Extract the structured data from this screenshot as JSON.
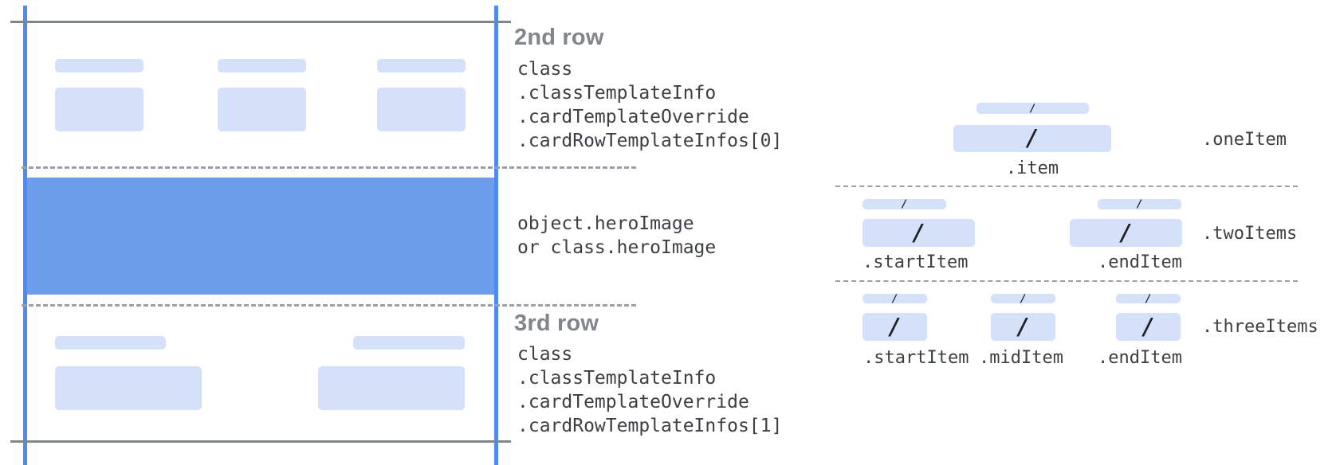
{
  "left_panel": {
    "row2": {
      "heading": "2nd row",
      "ref_lines": [
        "class",
        ".classTemplateInfo",
        ".cardTemplateOverride",
        ".cardRowTemplateInfos[0]"
      ]
    },
    "hero": {
      "ref_lines": [
        "object.heroImage",
        "or class.heroImage"
      ]
    },
    "row3": {
      "heading": "3rd row",
      "ref_lines": [
        "class",
        ".classTemplateInfo",
        ".cardTemplateOverride",
        ".cardRowTemplateInfos[1]"
      ]
    }
  },
  "right_panel": {
    "slash": "/",
    "one_item": {
      "row_label": ".oneItem",
      "item_labels": [
        ".item"
      ]
    },
    "two_items": {
      "row_label": ".twoItems",
      "item_labels": [
        ".startItem",
        ".endItem"
      ]
    },
    "three_items": {
      "row_label": ".threeItems",
      "item_labels": [
        ".startItem",
        ".midItem",
        ".endItem"
      ]
    }
  },
  "colors": {
    "hero_blue": "#6d9eeb",
    "chip_blue": "#d5e0f9",
    "guide_blue": "#4c8bf5",
    "line_gray": "#80868b",
    "dash_gray": "#9aa0a6",
    "heading_gray": "#80868b",
    "code_text": "#3c4043",
    "slash_ink": "#202124"
  }
}
